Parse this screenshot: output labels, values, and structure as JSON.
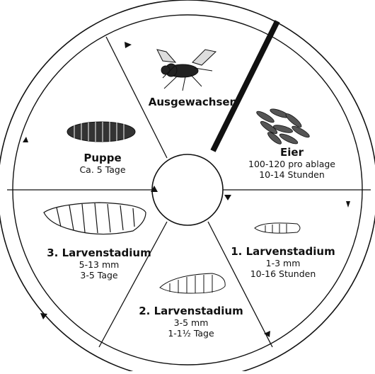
{
  "stages": {
    "adult": {
      "title": "Ausgewachsen"
    },
    "eggs": {
      "title": "Eier",
      "line1": "100-120 pro ablage",
      "line2": "10-14 Stunden"
    },
    "larva1": {
      "title": "1. Larvenstadium",
      "line1": "1-3 mm",
      "line2": "10-16 Stunden"
    },
    "larva2": {
      "title": "2. Larvenstadium",
      "line1": "3-5 mm",
      "line2": "1-1½ Tage"
    },
    "larva3": {
      "title": "3. Larvenstadium",
      "line1": "5-13 mm",
      "line2": "3-5 Tage"
    },
    "pupa": {
      "title": "Puppe",
      "line1": "Ca. 5 Tage"
    }
  },
  "icons": [
    "fly-icon",
    "eggs-icon",
    "larva-small-icon",
    "larva-medium-icon",
    "larva-large-icon",
    "pupa-icon"
  ],
  "colors": {
    "line": "#111111",
    "fill": "#ffffff"
  }
}
